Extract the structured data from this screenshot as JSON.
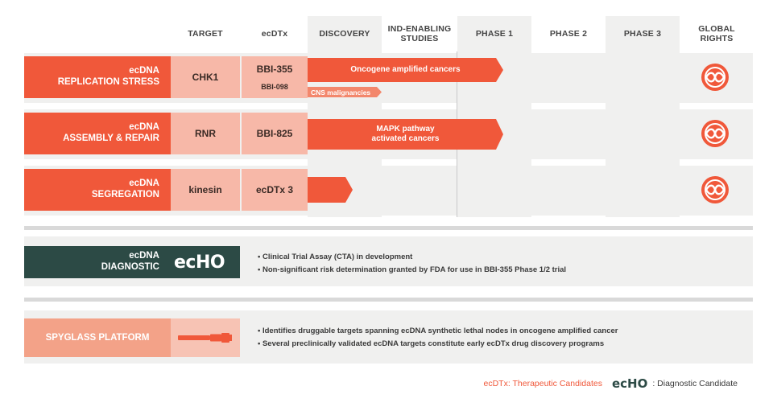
{
  "headers": {
    "target": "TARGET",
    "ecdtx": "ecDTx",
    "discovery": "DISCOVERY",
    "ind": "IND-ENABLING\nSTUDIES",
    "phase1": "PHASE 1",
    "phase2": "PHASE 2",
    "phase3": "PHASE 3",
    "global": "GLOBAL\nRIGHTS"
  },
  "programs": [
    {
      "line1": "ecDNA",
      "line2": "REPLICATION STRESS",
      "target": "CHK1",
      "ecdtx": "BBI-355",
      "ecdtx_sub": "BBI-098",
      "arrow": "Oncogene amplified cancers",
      "sub_arrow": "CNS malignancies"
    },
    {
      "line1": "ecDNA",
      "line2": "ASSEMBLY & REPAIR",
      "target": "RNR",
      "ecdtx": "BBI-825",
      "arrow": "MAPK pathway\nactivated cancers"
    },
    {
      "line1": "ecDNA",
      "line2": "SEGREGATION",
      "target": "kinesin",
      "ecdtx": "ecDTx 3"
    }
  ],
  "diagnostic": {
    "line1": "ecDNA",
    "line2": "DIAGNOSTIC",
    "logo": "ecHO",
    "bullets": [
      "Clinical Trial Assay (CTA) in development",
      "Non-significant risk determination granted by FDA for use in BBI-355 Phase 1/2 trial"
    ]
  },
  "platform": {
    "label": "SPYGLASS PLATFORM",
    "bullets": [
      "Identifies druggable targets spanning ecDNA synthetic lethal nodes in oncogene amplified cancer",
      "Several preclinically validated ecDNA targets constitute early ecDTx drug discovery programs"
    ]
  },
  "legend": {
    "therapeutic": "ecDTx: Therapeutic Candidates",
    "logo": "ecHO",
    "diagnostic": ": Diagnostic Candidate"
  },
  "colors": {
    "accent": "#f0583a",
    "light": "#f7b8a8",
    "dark": "#2c4a45",
    "bg": "#f0f0ef"
  }
}
